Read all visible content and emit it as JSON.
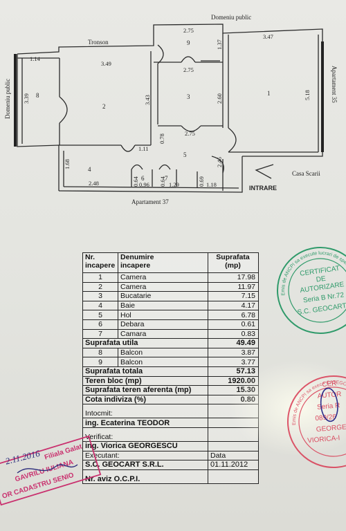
{
  "plan": {
    "label_tronson": "Tronson",
    "label_domeniu_public_left": "Domeniu public",
    "label_domeniu_public_top": "Domeniu public",
    "label_apartament_35": "Apartament 35",
    "label_apartament_37": "Apartament 37",
    "label_casa_scarii": "Casa Scarii",
    "label_intrare": "INTRARE",
    "rooms": [
      "1",
      "2",
      "3",
      "4",
      "5",
      "6",
      "7",
      "8",
      "9"
    ],
    "dims": [
      "1.14",
      "3.39",
      "3.49",
      "3.43",
      "2.75",
      "1.37",
      "2.75",
      "2.60",
      "3.47",
      "5.18",
      "2.75",
      "0.78",
      "1.11",
      "2.46",
      "1.68",
      "2.48",
      "0.64",
      "0.96",
      "0.64",
      "1.29",
      "0.69",
      "1.18"
    ]
  },
  "table": {
    "header_nr": [
      "Nr.",
      "incapere"
    ],
    "header_denumire": [
      "Denumire",
      "incapere"
    ],
    "header_suprafata": [
      "Suprafata",
      "(mp)"
    ],
    "rooms": [
      {
        "nr": "1",
        "name": "Camera",
        "area": "17.98"
      },
      {
        "nr": "2",
        "name": "Camera",
        "area": "11.97"
      },
      {
        "nr": "3",
        "name": "Bucatarie",
        "area": "7.15"
      },
      {
        "nr": "4",
        "name": "Baie",
        "area": "4.17"
      },
      {
        "nr": "5",
        "name": "Hol",
        "area": "6.78"
      },
      {
        "nr": "6",
        "name": "Debara",
        "area": "0.61"
      },
      {
        "nr": "7",
        "name": "Camara",
        "area": "0.83"
      }
    ],
    "suprafata_utila_label": "Suprafata utila",
    "suprafata_utila": "49.49",
    "balcony": [
      {
        "nr": "8",
        "name": "Balcon",
        "area": "3.87"
      },
      {
        "nr": "9",
        "name": "Balcon",
        "area": "3.77"
      }
    ],
    "suprafata_totala_label": "Suprafata totala",
    "suprafata_totala": "57.13",
    "teren_bloc_label": "Teren bloc (mp)",
    "teren_bloc": "1920.00",
    "teren_aferenta_label": "Suprafata teren aferenta (mp)",
    "teren_aferenta": "15.30",
    "cota_label": "Cota indiviza (%)",
    "cota": "0.80",
    "intocmit_label": "Intocmit:",
    "intocmit": "ing. Ecaterina TEODOR",
    "verificat_label": "Verificat:",
    "verificat": "ing. Viorica GEORGESCU",
    "executant_label": "Executant:",
    "executant": "S.C. GEOCART S.R.L.",
    "data_label": "Data",
    "data": "01.11.2012",
    "aviz_label": "Nr. aviz O.C.P.I."
  },
  "stamps": {
    "green_lines": [
      "CERTIFICAT",
      "DE",
      "AUTORIZARE",
      "Seria B Nr.72",
      "S.C. GEOCART S"
    ],
    "green_ring": "Emis de ANCPI sa execute lucrari de specialitate • CLASA I",
    "red_lines": [
      "CER",
      "AUTOR",
      "Seria R",
      "089/26",
      "GEORGE",
      "VIORICA-I"
    ],
    "red_ring": "Emis de ANCPI sa exec • CATEGORIA",
    "pink_lines": [
      "Filiala Galat",
      "GAVRILU IULIANA",
      "OR CADASTRU SENIO"
    ],
    "signature_date": "2.11.2016"
  },
  "colors": {
    "green": "#2f9a6a",
    "red": "#d83a52",
    "pink": "#c9306e",
    "ink": "#1b1b1b"
  }
}
